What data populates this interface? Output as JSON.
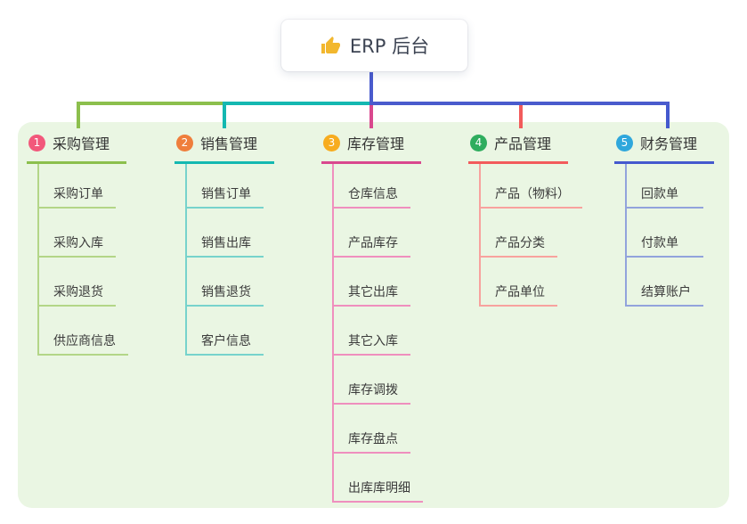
{
  "root": {
    "title": "ERP 后台",
    "icon": "thumbs-up-icon",
    "icon_color": "#f2b72e",
    "line_color": "#4a5bcd"
  },
  "panel_color": "#eaf6e3",
  "bus": {
    "green_color": "#8cbf4d",
    "teal_color": "#14b8b1",
    "blue_color": "#4a5bcd"
  },
  "branches": [
    {
      "index": "1",
      "label": "采购管理",
      "color": "#8cbf4d",
      "light_color": "#b3d687",
      "badge_color": "#f2587b",
      "children": [
        "采购订单",
        "采购入库",
        "采购退货",
        "供应商信息"
      ]
    },
    {
      "index": "2",
      "label": "销售管理",
      "color": "#14b8b1",
      "light_color": "#77d3cc",
      "badge_color": "#ef7e3c",
      "children": [
        "销售订单",
        "销售出库",
        "销售退货",
        "客户信息"
      ]
    },
    {
      "index": "3",
      "label": "库存管理",
      "color": "#d9488e",
      "light_color": "#ef8fbe",
      "badge_color": "#f7ac1f",
      "children": [
        "仓库信息",
        "产品库存",
        "其它出库",
        "其它入库",
        "库存调拨",
        "库存盘点",
        "出库库明细"
      ]
    },
    {
      "index": "4",
      "label": "产品管理",
      "color": "#f25b5b",
      "light_color": "#f8a29e",
      "badge_color": "#2fad5e",
      "children": [
        "产品（物料）",
        "产品分类",
        "产品单位"
      ]
    },
    {
      "index": "5",
      "label": "财务管理",
      "color": "#4459ce",
      "light_color": "#92a3dc",
      "badge_color": "#2fa7dc",
      "children": [
        "回款单",
        "付款单",
        "结算账户"
      ]
    }
  ]
}
